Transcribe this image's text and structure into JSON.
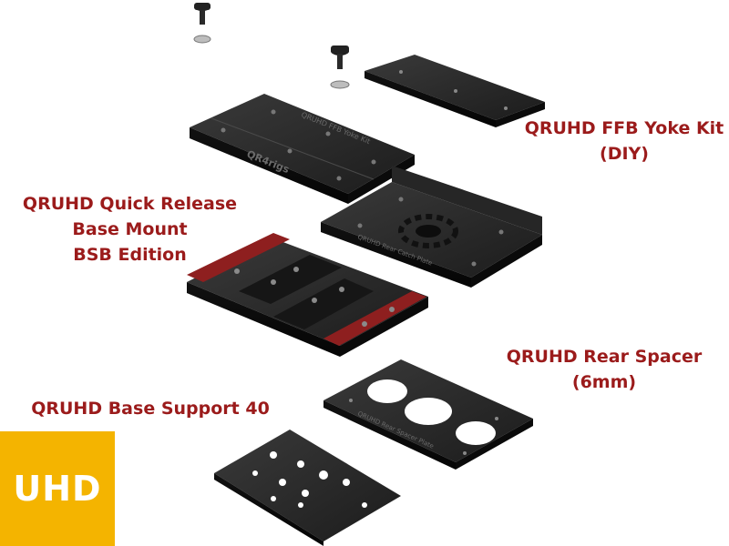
{
  "labels": {
    "ffb_kit": [
      "QRUHD FFB Yoke Kit",
      "(DIY)"
    ],
    "quick_release": [
      "QRUHD Quick Release",
      "Base Mount",
      "BSB Edition"
    ],
    "rear_spacer": [
      "QRUHD Rear Spacer",
      "(6mm)"
    ],
    "base_support": [
      "QRUHD Base Support 40"
    ]
  },
  "engravings": {
    "ffb_plate": "QRUHD FFB Yoke Kit",
    "brand": "QR4rigs",
    "catch_plate": "QRUHD Rear Catch Plate",
    "spacer_plate": "QRUHD Rear Spacer Plate"
  },
  "badge": {
    "text": "UHD"
  },
  "colors": {
    "label": "#9b1b1b",
    "badge": "#f4b400",
    "plate": "#1f1f1f",
    "accent_red": "#8e1f1f"
  }
}
